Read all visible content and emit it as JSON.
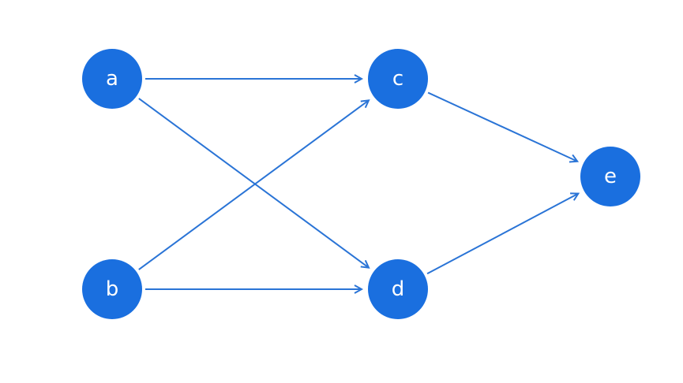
{
  "diagram": {
    "node_color": "#1a6fdf",
    "edge_color": "#2a74d6",
    "label_color": "#ffffff",
    "nodes": [
      {
        "id": "a",
        "label": "a"
      },
      {
        "id": "b",
        "label": "b"
      },
      {
        "id": "c",
        "label": "c"
      },
      {
        "id": "d",
        "label": "d"
      },
      {
        "id": "e",
        "label": "e"
      }
    ],
    "edges": [
      {
        "from": "a",
        "to": "c"
      },
      {
        "from": "a",
        "to": "d"
      },
      {
        "from": "b",
        "to": "c"
      },
      {
        "from": "b",
        "to": "d"
      },
      {
        "from": "c",
        "to": "e"
      },
      {
        "from": "d",
        "to": "e"
      }
    ]
  }
}
